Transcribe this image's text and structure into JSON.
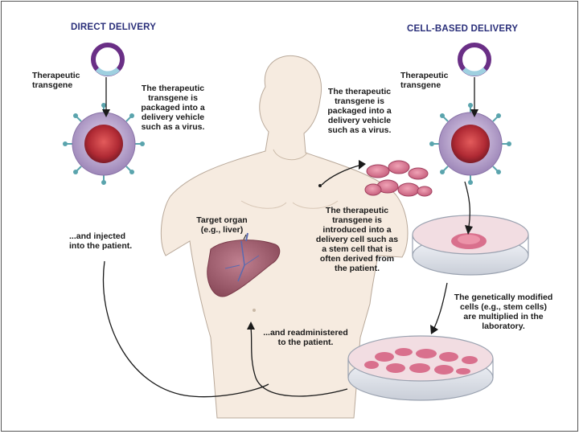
{
  "headings": {
    "direct": "DIRECT DELIVERY",
    "cell_based": "CELL-BASED DELIVERY"
  },
  "labels": {
    "transgene_left": "Therapeutic\ntransgene",
    "transgene_right": "Therapeutic\ntransgene",
    "packaged_left": "The therapeutic\ntransgene is\npackaged into a\ndelivery vehicle\nsuch as a virus.",
    "packaged_right": "The therapeutic\ntransgene is\npackaged into a\ndelivery vehicle\nsuch as a virus.",
    "injected": "...and injected\ninto the patient.",
    "target_organ": "Target organ\n(e.g., liver)",
    "introduced": "The therapeutic\ntransgene is\nintroduced into a\ndelivery cell such as\na stem cell that is\noften derived from\nthe patient.",
    "multiplied": "The genetically modified\ncells (e.g., stem cells)\nare multiplied in the\nlaboratory.",
    "readministered": "...and readministered\nto the patient."
  },
  "colors": {
    "heading": "#2a2f7a",
    "plasmid": "#6a2f86",
    "virus_shell": "#9d86b8",
    "virus_spikes": "#5aa4ad",
    "virus_core": "#b02a34",
    "skin": "#f6ebe0",
    "liver": "#9a5a6a",
    "cells": "#c7607e",
    "dish": "#dfe3ea"
  }
}
